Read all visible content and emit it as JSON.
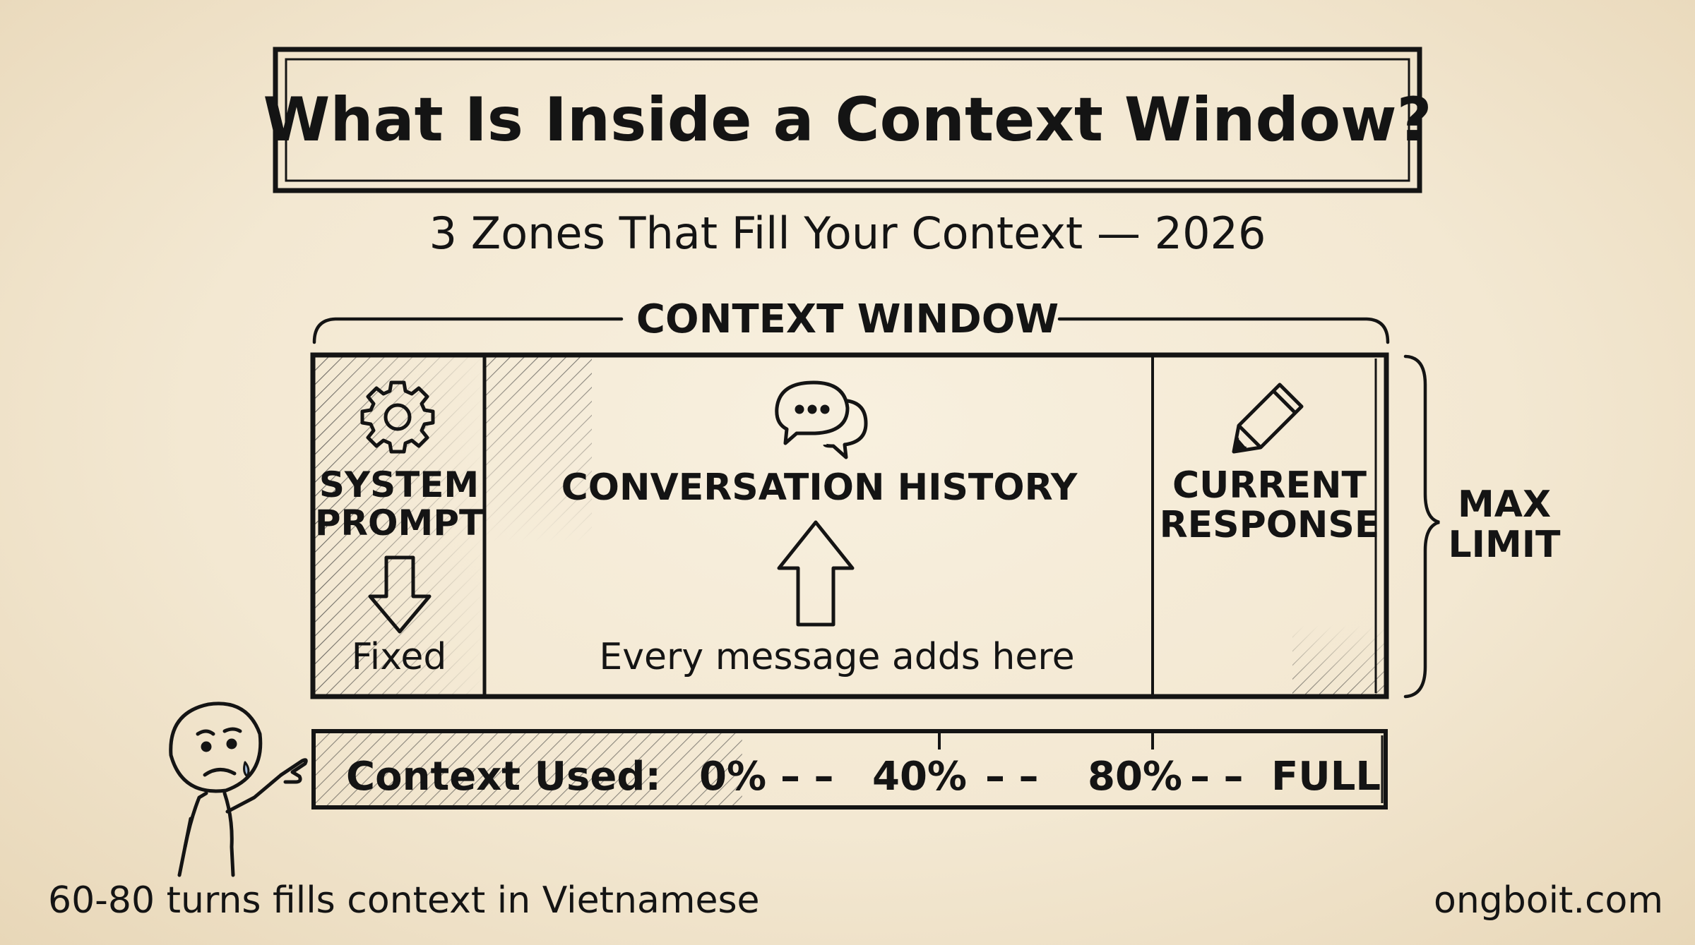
{
  "title": "What Is Inside a Context Window?",
  "subtitle": "3 Zones That Fill Your Context — 2026",
  "window_label": "CONTEXT WINDOW",
  "zones": {
    "system": {
      "label": "SYSTEM PROMPT",
      "note": "Fixed",
      "icon": "gear-icon"
    },
    "history": {
      "label": "CONVERSATION HISTORY",
      "note": "Every message adds here",
      "icon": "chat-bubbles-icon"
    },
    "response": {
      "label": "CURRENT RESPONSE",
      "icon": "pencil-icon"
    }
  },
  "max_limit_label": "MAX LIMIT",
  "usage_meter": {
    "label": "Context Used:",
    "ticks": [
      "0%",
      "40%",
      "80%",
      "FULL"
    ],
    "separator": "– –",
    "filled_fraction": 0.4
  },
  "footer": {
    "note": "60-80 turns fills context in Vietnamese",
    "site": "ongboit.com"
  },
  "colors": {
    "ink": "#141414",
    "paper": "#f5ecd9"
  }
}
